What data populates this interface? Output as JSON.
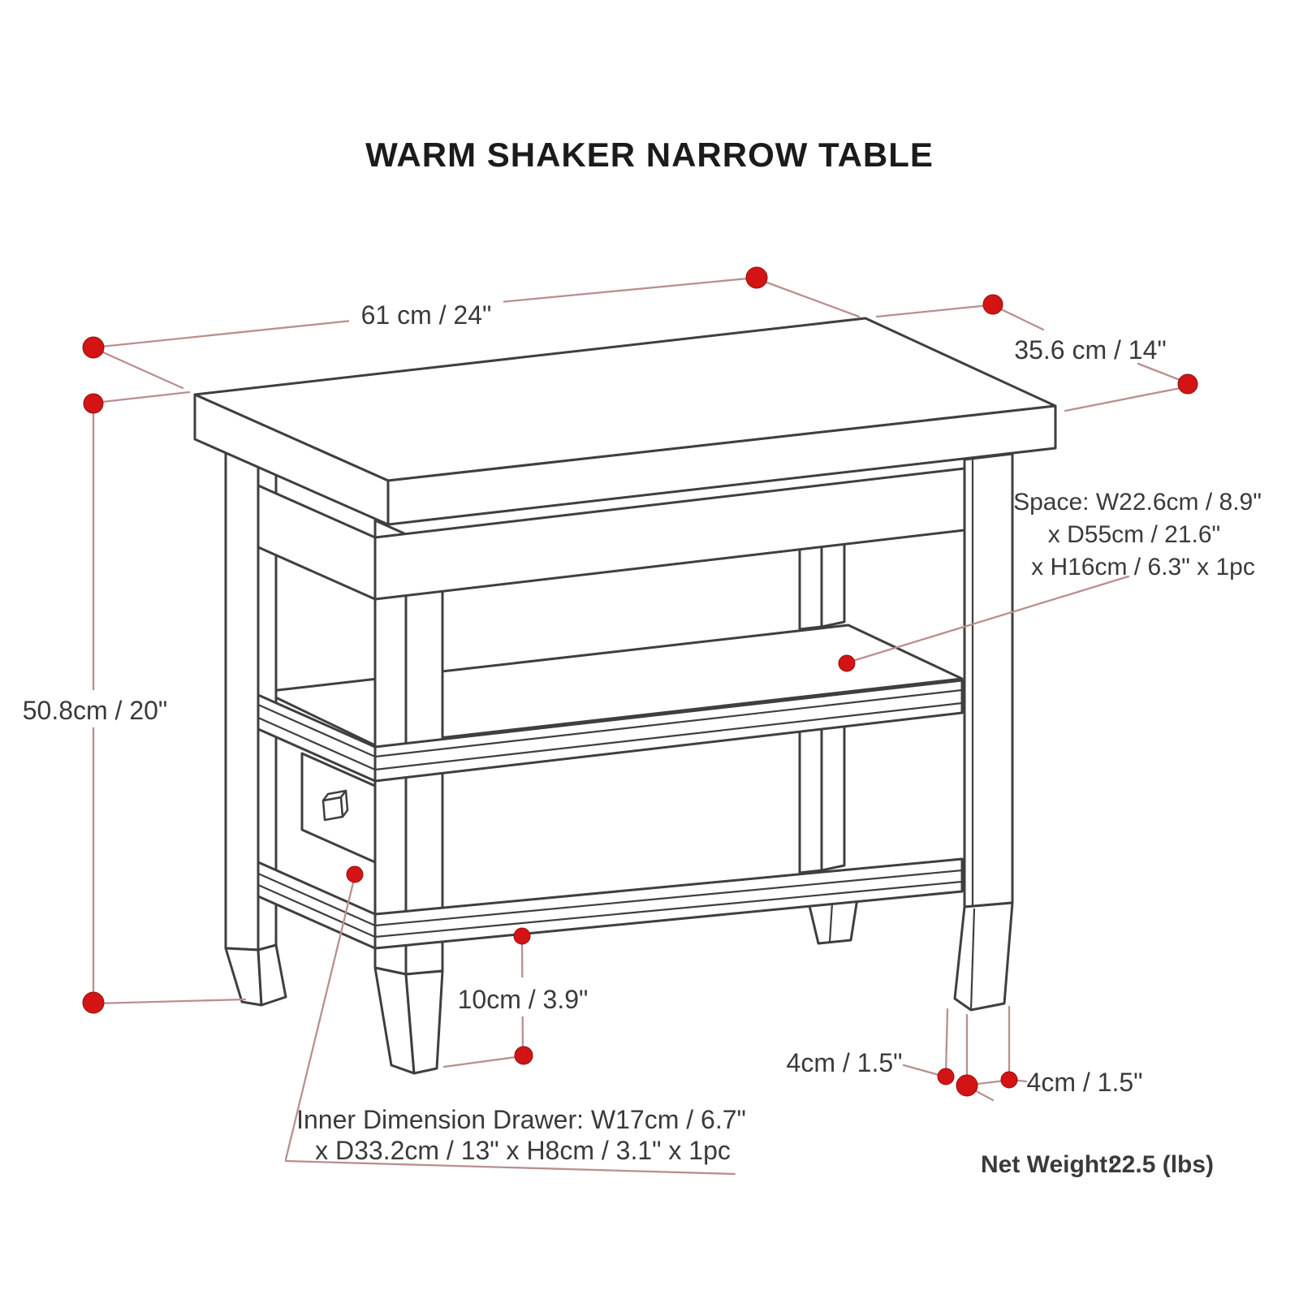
{
  "title": "WARM SHAKER NARROW TABLE",
  "dimensions": {
    "width_label": "61 cm / 24\"",
    "depth_label": "35.6 cm / 14\"",
    "height_label": "50.8cm / 20\"",
    "clearance_label": "10cm / 3.9\"",
    "foot_left_label": "4cm / 1.5\"",
    "foot_right_label": "4cm / 1.5\""
  },
  "shelf_space": {
    "line1": "Space: W22.6cm / 8.9\"",
    "line2": "x D55cm / 21.6\"",
    "line3": "x H16cm / 6.3\" x 1pc"
  },
  "drawer_note": {
    "line1": "Inner Dimension Drawer: W17cm / 6.7\"",
    "line2": "x D33.2cm / 13\" x H8cm / 3.1\" x 1pc"
  },
  "net_weight": {
    "label": "Net Weight:",
    "value": "22.5 (lbs)"
  },
  "colors": {
    "dimension_dot": "#d41414",
    "dimension_line": "#b98f8f",
    "drawing_outline": "#3f3f3f",
    "label_text": "#3a3a3a"
  }
}
